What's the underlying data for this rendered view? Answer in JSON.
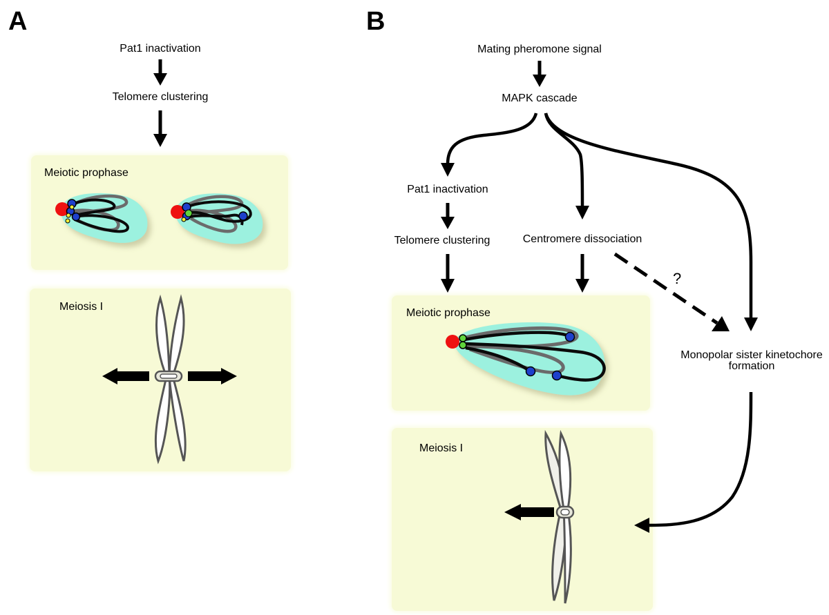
{
  "panel_a": {
    "letter": "A",
    "step1": "Pat1 inactivation",
    "step2": "Telomere clustering",
    "box1_title": "Meiotic prophase",
    "box2_title": "Meiosis I"
  },
  "panel_b": {
    "letter": "B",
    "signal": "Mating pheromone signal",
    "cascade": "MAPK cascade",
    "pat1": "Pat1 inactivation",
    "telomere": "Telomere clustering",
    "centromere": "Centromere dissociation",
    "question": "?",
    "monopolar_line1": "Monopolar sister kinetochore",
    "monopolar_line2": "formation",
    "box1_title": "Meiotic prophase",
    "box2_title": "Meiosis I"
  },
  "colors": {
    "box_fill": "#f7fad6",
    "nucleus": "#9cf1df",
    "spb": "#ee1111",
    "centromere": "#1e40cc",
    "telomere_green": "#5fd43c",
    "telomere_yellow": "#f3ef3a",
    "chromosome_dark": "#0a0a0a",
    "chromosome_grey": "#6b6b6b"
  }
}
